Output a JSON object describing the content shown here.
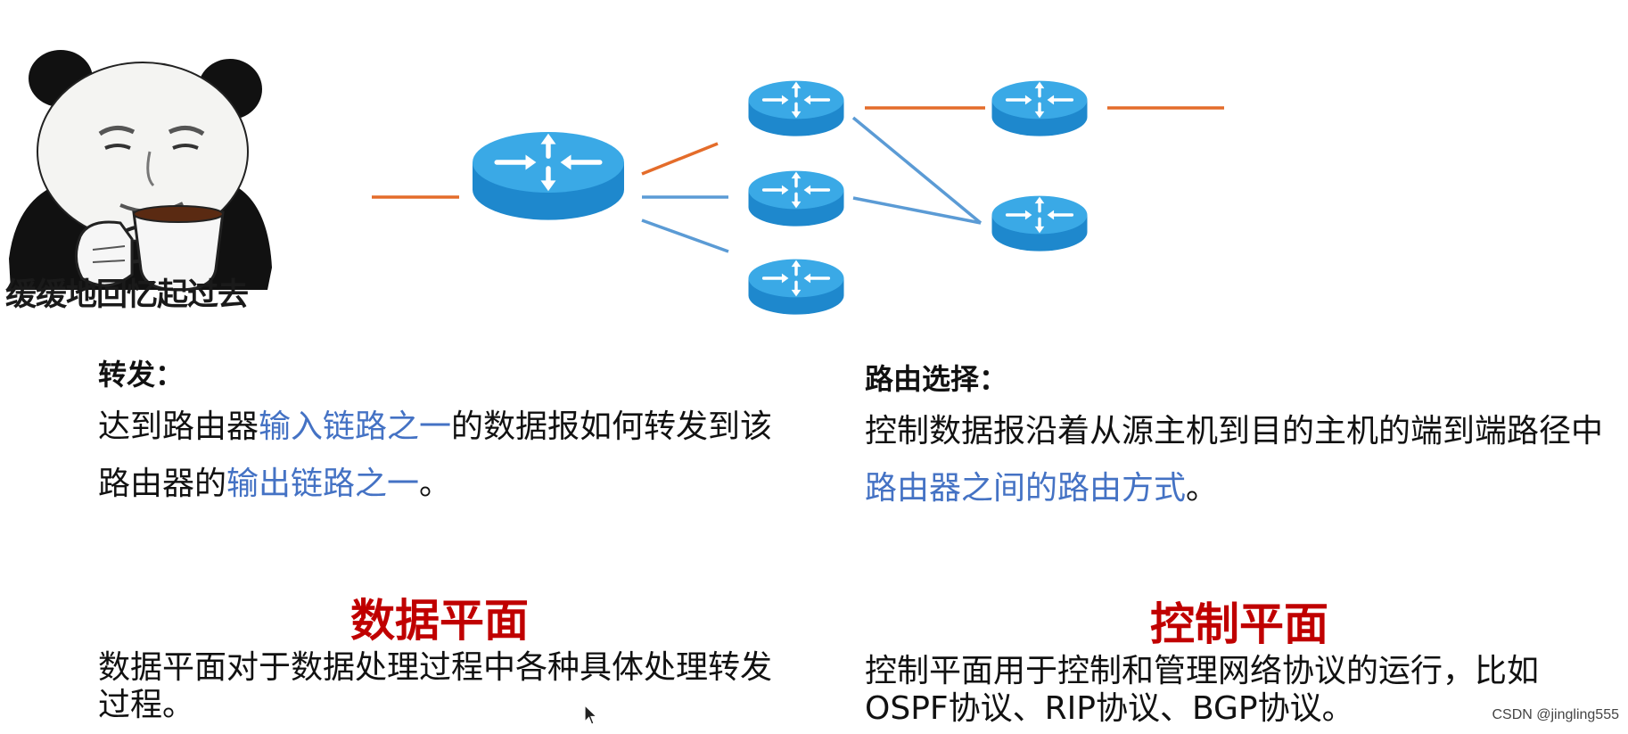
{
  "meme": {
    "caption": "缓缓地回忆起过去",
    "icon": "panda-drinking-tea-meme-icon"
  },
  "diagram": {
    "router_icon": "router-icon",
    "colors": {
      "router_top": "#3aa9e6",
      "router_side": "#1e88cd",
      "link_orange": "#e46c2a",
      "link_blue": "#5b9bd5"
    }
  },
  "forwarding": {
    "heading": "转发：",
    "segments": [
      {
        "text": "达到路由器",
        "highlight": false
      },
      {
        "text": "输入链路之一",
        "highlight": true
      },
      {
        "text": "的数据报如何转发到该路由器的",
        "highlight": false
      },
      {
        "text": "输出链路之一",
        "highlight": true
      },
      {
        "text": "。",
        "highlight": false
      }
    ]
  },
  "routing": {
    "heading": "路由选择：",
    "segments": [
      {
        "text": "控制数据报沿着从源主机到目的主机的端到端路径中",
        "highlight": false
      },
      {
        "text": "路由器之间的路由方式",
        "highlight": true
      },
      {
        "text": "。",
        "highlight": false
      }
    ]
  },
  "data_plane": {
    "title": "数据平面",
    "description": "数据平面对于数据处理过程中各种具体处理转发过程。"
  },
  "control_plane": {
    "title": "控制平面",
    "description": "控制平面用于控制和管理网络协议的运行，比如OSPF协议、RIP协议、BGP协议。"
  },
  "accent_colors": {
    "highlight_text": "#4472c4",
    "plane_title": "#c00000"
  },
  "watermark": "CSDN @jingling555"
}
